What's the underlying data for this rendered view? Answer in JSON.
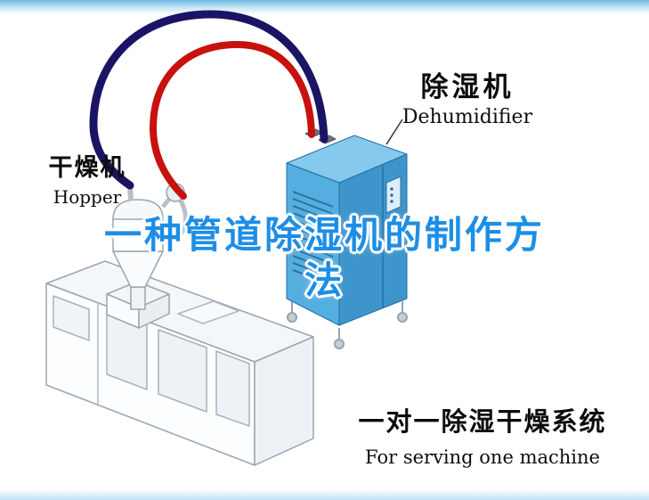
{
  "title": {
    "line1": "一种管道除湿机的制作方",
    "line2": "法"
  },
  "labels": {
    "dehumidifier": {
      "cn": "除湿机",
      "en": "Dehumidifier"
    },
    "hopper": {
      "cn": "干燥机",
      "en": "Hopper"
    },
    "caption": {
      "cn": "一对一除湿干燥系统",
      "en": "For serving one machine"
    }
  },
  "icons": {
    "dehumidifier_unit": "dehumidifier-cabinet-illustration",
    "hopper_unit": "hopper-dryer-illustration",
    "extruder_unit": "extruder-machine-illustration",
    "red_pipe": "red-hose",
    "navy_pipe": "navy-hose"
  },
  "colors": {
    "title_blue": "#1e8ee5",
    "pipe_red": "#c8120f",
    "pipe_navy": "#1b1464",
    "cabinet_front": "#55aee0",
    "cabinet_side": "#3d95cc",
    "cabinet_top": "#85c9ee",
    "cabinet_line": "#1f6fa3",
    "machine_line": "#9aa5b0",
    "banner_blue": "#6fb9e2",
    "text_black": "#0d0d0d"
  }
}
